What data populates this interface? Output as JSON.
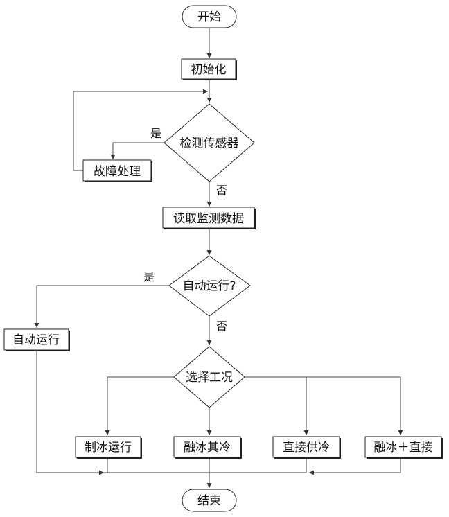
{
  "nodes": {
    "start": "开始",
    "init": "初始化",
    "check_sensor": "检测传感器",
    "fault": "故障处理",
    "read_data": "读取监测数据",
    "auto_q": "自动运行?",
    "auto_run": "自动运行",
    "select_mode": "选择工况",
    "ice_making": "制冰运行",
    "ice_melt_cool": "融冰其冷",
    "direct_cool": "直接供冷",
    "ice_melt_direct": "融冰＋直接",
    "end": "结束"
  },
  "branches": {
    "sensor_yes": "是",
    "sensor_no": "否",
    "auto_yes": "是",
    "auto_no": "否"
  }
}
